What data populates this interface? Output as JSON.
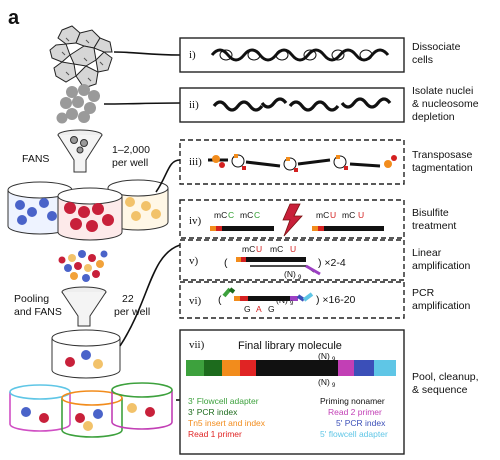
{
  "panel_letter": "a",
  "steps": [
    {
      "numeral": "i)",
      "label_lines": [
        "Dissociate",
        "cells"
      ]
    },
    {
      "numeral": "ii)",
      "label_lines": [
        "Isolate nuclei",
        "& nucleosome",
        "depletion"
      ]
    },
    {
      "numeral": "iii)",
      "label_lines": [
        "Transposase",
        "tagmentation"
      ]
    },
    {
      "numeral": "iv)",
      "label_lines": [
        "Bisulfite",
        "treatment"
      ]
    },
    {
      "numeral": "v)",
      "label_lines": [
        "Linear",
        "amplification"
      ]
    },
    {
      "numeral": "vi)",
      "label_lines": [
        "PCR",
        "amplification"
      ]
    },
    {
      "numeral": "vii)",
      "label_lines": [
        "Pool, cleanup,",
        "& sequence"
      ]
    }
  ],
  "left": {
    "fans_label": "FANS",
    "per_well_1": [
      "1–2,000",
      "per well"
    ],
    "pooling_label": [
      "Pooling",
      "and FANS"
    ],
    "per_well_2": [
      "22",
      "per well"
    ]
  },
  "bisulfite": {
    "left_marks": [
      "mC",
      "C",
      "mC",
      "C"
    ],
    "right_marks": [
      "mC",
      "U",
      "mC",
      "U"
    ]
  },
  "linear": {
    "marks": [
      "mC",
      "U",
      "mC",
      "U"
    ],
    "open_paren": "(",
    "n9": "(N)",
    "n9_sub": "9",
    "repeat": ") ×2-4"
  },
  "pcr": {
    "open_paren": "(",
    "bases": [
      "G",
      "A",
      "G"
    ],
    "n9": "(N)",
    "n9_sub": "9",
    "repeat": ") ×16-20"
  },
  "final": {
    "title": "Final library molecule",
    "n9_top": "(N)",
    "n9_bottom": "(N)",
    "n9_sub": "9",
    "legend_left": [
      {
        "text": "3' Flowcell adapter",
        "color": "#3da13d"
      },
      {
        "text": "3' PCR index",
        "color": "#1d6b1d"
      },
      {
        "text": "Tn5 insert and index",
        "color": "#f28c1c"
      },
      {
        "text": "Read 1 primer",
        "color": "#e02424"
      }
    ],
    "legend_right": [
      {
        "text": "Priming nonamer",
        "color": "#111111"
      },
      {
        "text": "Read 2 primer",
        "color": "#c23fb5"
      },
      {
        "text": "5' PCR index",
        "color": "#3b4fb8"
      },
      {
        "text": "5' flowcell adapter",
        "color": "#5fc6e6"
      }
    ]
  },
  "colors": {
    "red_mark": "#d42020",
    "green_mark": "#2e9e2e",
    "orange": "#f28c1c",
    "purple": "#9b3fc2",
    "nucleus_gray": "#9a9a9a"
  }
}
